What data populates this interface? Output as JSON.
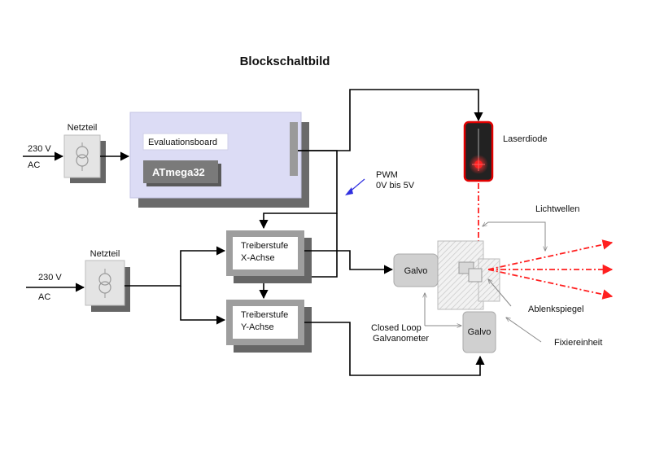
{
  "title": "Blockschaltbild",
  "power_supply_1": {
    "label": "Netzteil",
    "input_voltage": "230 V",
    "input_type": "AC"
  },
  "power_supply_2": {
    "label": "Netzteil",
    "input_voltage": "230 V",
    "input_type": "AC"
  },
  "evaluation_board": {
    "label": "Evaluationsboard",
    "chip": "ATmega32"
  },
  "pwm": {
    "label": "PWM",
    "range": "0V bis 5V"
  },
  "driver_x": {
    "line1": "Treiberstufe",
    "line2": "X-Achse"
  },
  "driver_y": {
    "line1": "Treiberstufe",
    "line2": "Y-Achse"
  },
  "laser": {
    "label": "Laserdiode"
  },
  "galvo_x": {
    "label": "Galvo"
  },
  "galvo_y": {
    "label": "Galvo"
  },
  "annotations": {
    "lightwaves": "Lichtwellen",
    "closed_loop_line1": "Closed Loop",
    "closed_loop_line2": "Galvanometer",
    "mirror": "Ablenkspiegel",
    "fixing_unit": "Fixiereinheit"
  },
  "colors": {
    "board_fill": "#dcdcf5",
    "shadow": "#707070",
    "laser_red": "#e00000",
    "beam": "#ff2020",
    "pwm_arrow": "#3030e0"
  }
}
